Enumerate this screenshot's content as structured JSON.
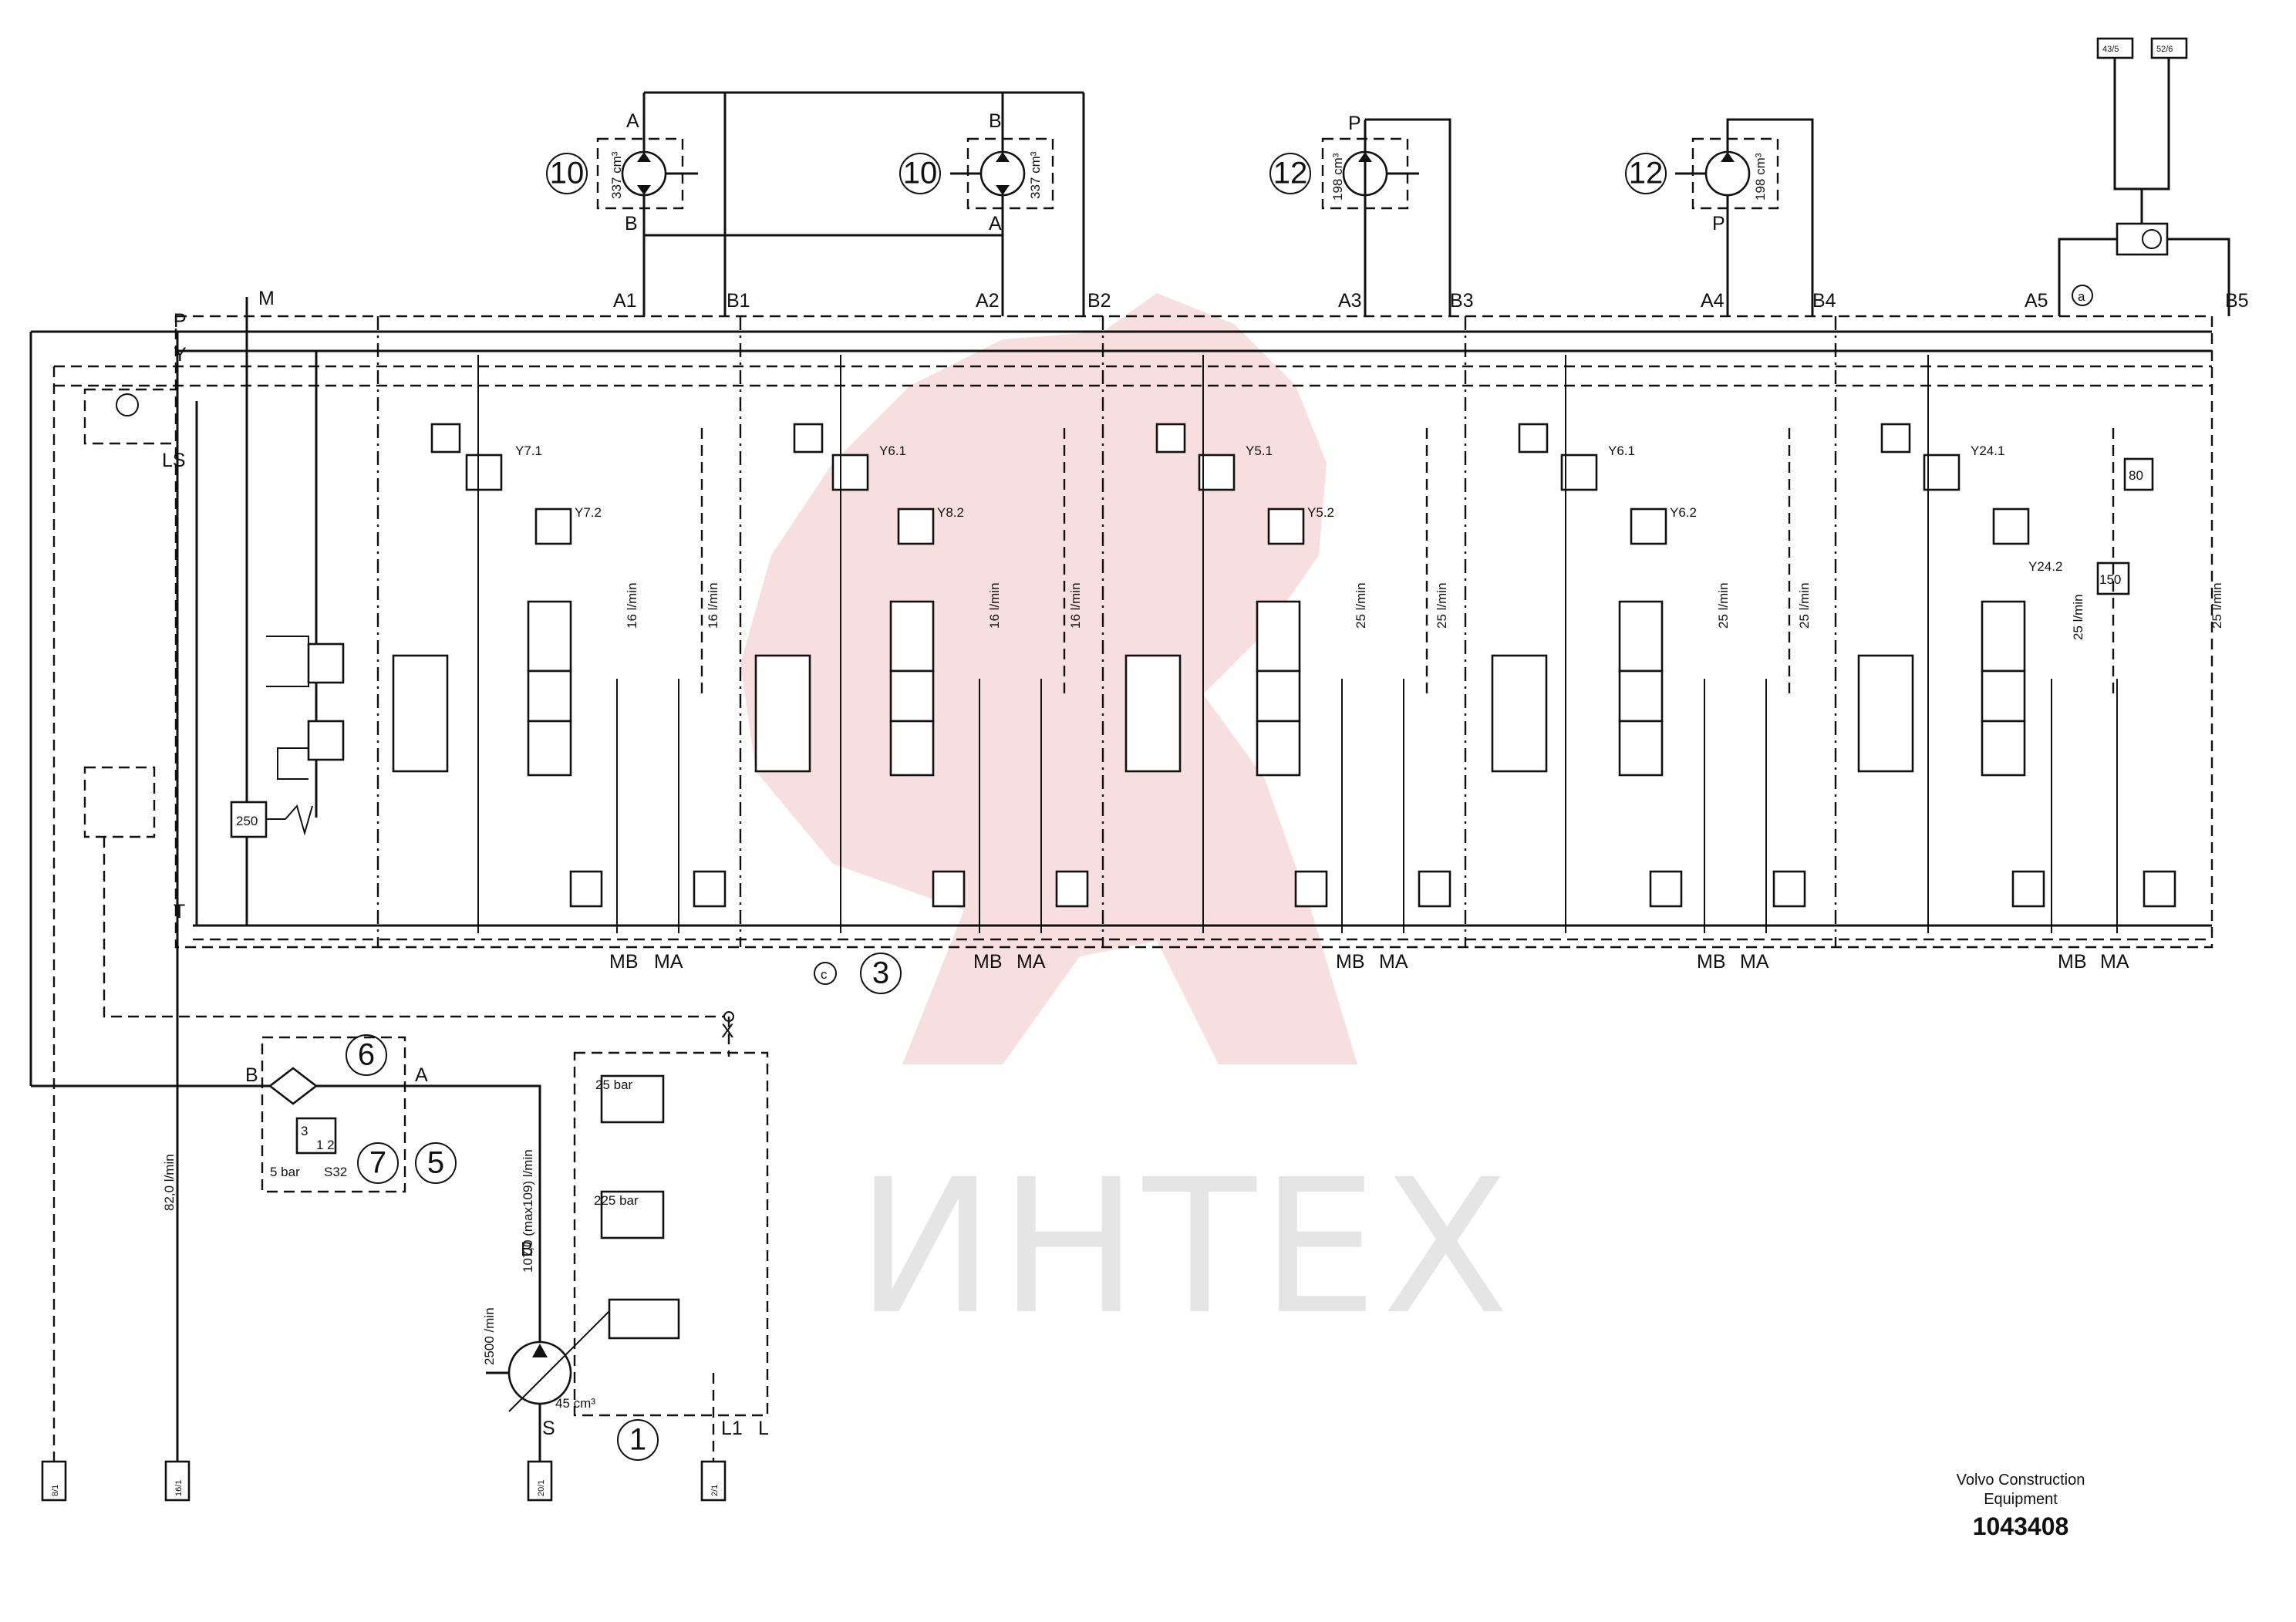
{
  "watermark_text": "ИНТЕХ",
  "company": {
    "line1": "Volvo Construction",
    "line2": "Equipment"
  },
  "drawing_number": "1043408",
  "port_labels": {
    "P": "P",
    "Y": "Y",
    "LS": "LS",
    "M": "M",
    "T": "T",
    "X": "X",
    "S": "S",
    "L": "L",
    "L1": "L1",
    "A1": "A1",
    "B1": "B1",
    "A2": "A2",
    "B2": "B2",
    "A3": "A3",
    "B3": "B3",
    "A4": "A4",
    "B4": "B4",
    "A5": "A5",
    "B5": "B5",
    "MB": "MB",
    "MA": "MA",
    "filter_B": "B",
    "filter_A": "A",
    "pump_B": "B",
    "m10a_A": "A",
    "m10a_B": "B",
    "m10b_A": "A",
    "m10b_B": "B",
    "m12a_P": "P",
    "m12b_P": "P"
  },
  "callouts": {
    "c10": "10",
    "c12": "12",
    "c3": "3",
    "c6": "6",
    "c7": "7",
    "c5": "5",
    "c1": "1",
    "a": "a",
    "c": "c"
  },
  "motor_labels": {
    "m10": "337 cm³",
    "m12": "198 cm³"
  },
  "section_flows": [
    "16 l/min",
    "16 l/min",
    "25 l/min",
    "25 l/min",
    "25 l/min"
  ],
  "valve_labels": {
    "s1a": "Y7.1",
    "s1b": "Y7.2",
    "s2a": "Y6.1",
    "s2b": "Y8.2",
    "s3a": "Y5.1",
    "s3b": "Y5.2",
    "s4a": "Y6.1",
    "s4b": "Y6.2",
    "s5a": "Y24.1",
    "s5b": "Y24.2",
    "relief80": "80",
    "relief150": "150",
    "relief250": "250"
  },
  "pump": {
    "setting_25": "25 bar",
    "setting_225": "225 bar",
    "displacement": "45 cm³",
    "speed": "2500 /min",
    "flow": "107,0 (max109) l/min"
  },
  "filter": {
    "pressure": "5 bar",
    "switch": "S32",
    "sw3": "3",
    "sw12": "1 2"
  },
  "return_flow": "82,0 l/min",
  "refs": {
    "r_top1": "43/5",
    "r_top2": "52/6",
    "r_b1": "8/1",
    "r_b2": "16/1",
    "r_b3": "20/1",
    "r_b4": "2/1"
  }
}
